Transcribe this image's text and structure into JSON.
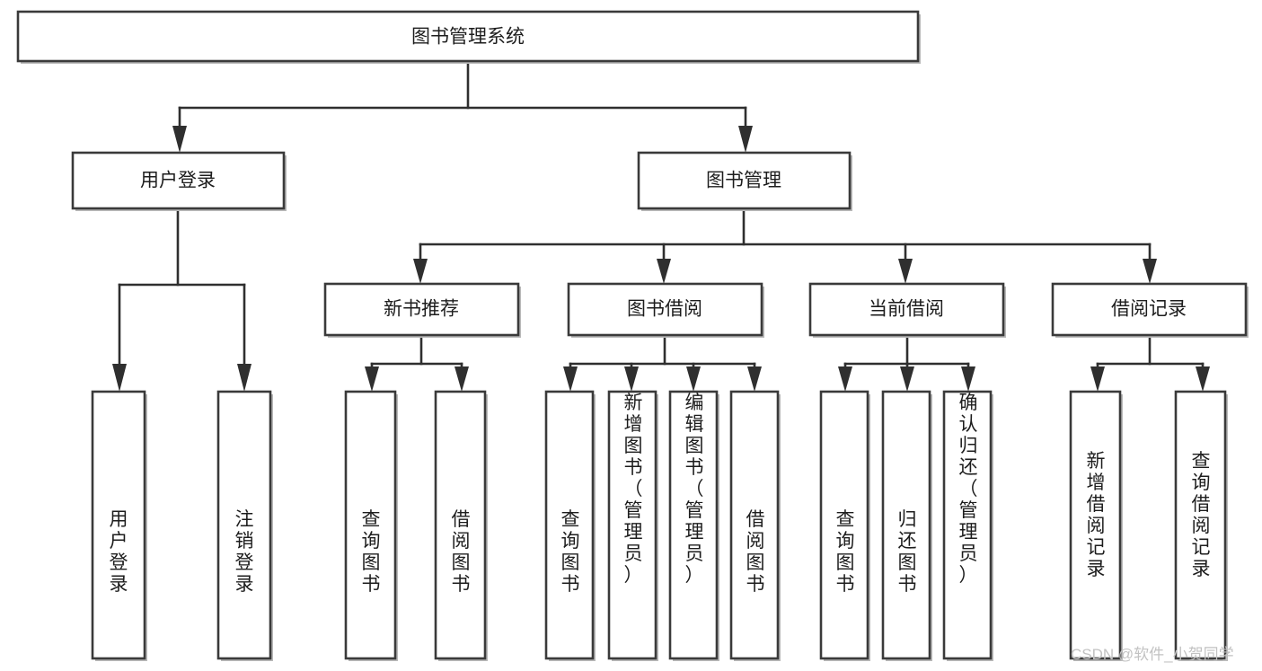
{
  "diagram": {
    "type": "tree",
    "title": "图书管理系统",
    "root": {
      "id": "root",
      "label": "图书管理系统"
    },
    "level2": [
      {
        "id": "user-login",
        "label": "用户登录"
      },
      {
        "id": "book-manage",
        "label": "图书管理"
      }
    ],
    "level3": [
      {
        "id": "new-book-rec",
        "label": "新书推荐",
        "parent": "book-manage"
      },
      {
        "id": "book-borrow",
        "label": "图书借阅",
        "parent": "book-manage"
      },
      {
        "id": "current-borrow",
        "label": "当前借阅",
        "parent": "book-manage"
      },
      {
        "id": "borrow-record",
        "label": "借阅记录",
        "parent": "book-manage"
      }
    ],
    "leaves": [
      {
        "id": "leaf-user-login",
        "label": "用户登录",
        "parent": "user-login"
      },
      {
        "id": "leaf-logout",
        "label": "注销登录",
        "parent": "user-login"
      },
      {
        "id": "leaf-query-book-1",
        "label": "查询图书",
        "parent": "new-book-rec"
      },
      {
        "id": "leaf-borrow-book-1",
        "label": "借阅图书",
        "parent": "new-book-rec"
      },
      {
        "id": "leaf-query-book-2",
        "label": "查询图书",
        "parent": "book-borrow"
      },
      {
        "id": "leaf-add-book",
        "label": "新增图书（管理员）",
        "parent": "book-borrow"
      },
      {
        "id": "leaf-edit-book",
        "label": "编辑图书（管理员）",
        "parent": "book-borrow"
      },
      {
        "id": "leaf-borrow-book-2",
        "label": "借阅图书",
        "parent": "book-borrow"
      },
      {
        "id": "leaf-query-book-3",
        "label": "查询图书",
        "parent": "current-borrow"
      },
      {
        "id": "leaf-return-book",
        "label": "归还图书",
        "parent": "current-borrow"
      },
      {
        "id": "leaf-confirm-return",
        "label": "确认归还（管理员）",
        "parent": "current-borrow"
      },
      {
        "id": "leaf-add-record",
        "label": "新增借阅记录",
        "parent": "borrow-record"
      },
      {
        "id": "leaf-query-record",
        "label": "查询借阅记录",
        "parent": "borrow-record"
      }
    ]
  },
  "watermark": {
    "text": "CSDN @软件_小贺同学"
  },
  "colors": {
    "stroke": "#3a3a3a",
    "fill": "#ffffff",
    "text": "#1d1d1d",
    "watermark": "#c2c2c2"
  }
}
